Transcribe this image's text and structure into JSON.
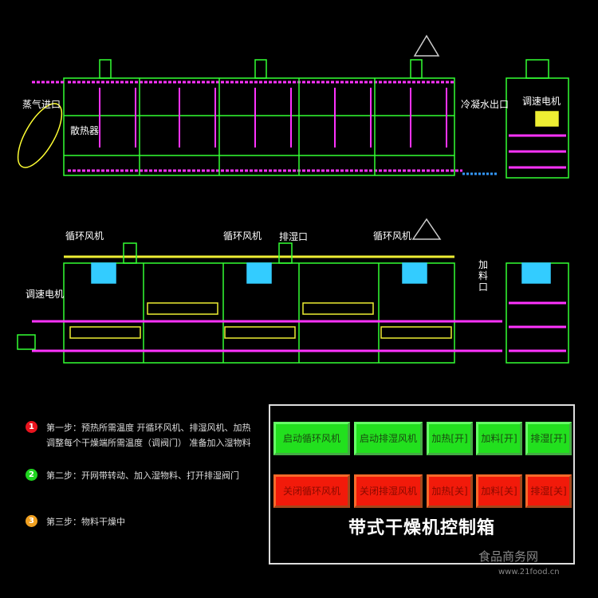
{
  "top_view": {
    "labels": {
      "steam_inlet": "蒸气进口",
      "radiator": "散热器",
      "condensate_outlet": "冷凝水出口",
      "motor": "调速电机"
    }
  },
  "side_view": {
    "fans": [
      "循环风机",
      "循环风机",
      "循环风机"
    ],
    "exhaust": "排湿口",
    "feed_port": "加料口",
    "motor": "调速电机"
  },
  "steps": [
    {
      "num": "1",
      "color": "#e8141e",
      "lines": [
        "第一步：预热所需温度 开循环风机、排湿风机、加热",
        "调整每个干燥端所需温度（调阀门） 准备加入湿物料"
      ]
    },
    {
      "num": "2",
      "color": "#1ed41e",
      "lines": [
        "第二步：开网带转动、加入湿物料、打开排湿阀门"
      ]
    },
    {
      "num": "3",
      "color": "#f0a020",
      "lines": [
        "第三步：物料干燥中"
      ]
    }
  ],
  "control_box": {
    "title": "带式干燥机控制箱",
    "on_buttons": [
      "启动循环风机",
      "启动排湿风机",
      "加热[开]",
      "加料[开]",
      "排湿[开]"
    ],
    "off_buttons": [
      "关闭循环风机",
      "关闭排湿风机",
      "加热[关]",
      "加料[关]",
      "排湿[关]"
    ]
  },
  "watermark": {
    "name": "食品商务网",
    "url": "www.21food.cn"
  }
}
